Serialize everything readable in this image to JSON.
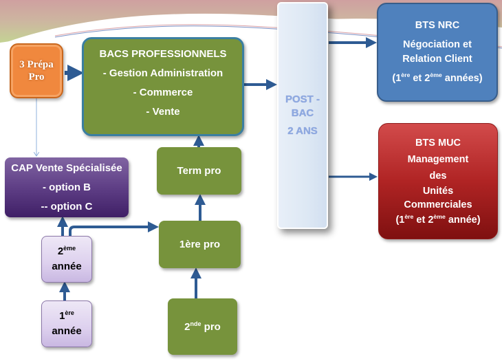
{
  "title": "Parcours de formation - filière commerce et vente",
  "colors": {
    "arrow": "#2e5b93",
    "green": "#77933c",
    "orange": "#f0883e",
    "blue": "#4f81bd",
    "red": "#b02424",
    "purple": "#5f3f86",
    "lavender": "#ddd0ee",
    "postbac_text": "#8ea9e0"
  },
  "boxes": {
    "prepa": {
      "lines": [
        "3 Prépa",
        "Pro"
      ]
    },
    "bacs": {
      "title": "BACS PROFESSIONNELS",
      "items": [
        "- Gestion Administration",
        "- Commerce",
        "- Vente"
      ]
    },
    "postbac": {
      "lines": [
        "POST -",
        "BAC",
        "2 ANS"
      ]
    },
    "nrc": {
      "title": "BTS  NRC",
      "line1": "Négociation et",
      "line2": "Relation Client",
      "years": {
        "open": "(1",
        "sup1": "ère",
        "mid": " et 2",
        "sup2": "ème",
        "close": " années)"
      }
    },
    "muc": {
      "title": "BTS MUC",
      "lines": [
        "Management",
        "des",
        "Unités",
        "Commerciales"
      ],
      "years": {
        "open": "(1",
        "sup1": "ère",
        "mid": " et 2",
        "sup2": "ème",
        "close": " année)"
      }
    },
    "cap": {
      "title": "CAP Vente Spécialisée",
      "options": [
        "- option B",
        "-- option C"
      ]
    },
    "year2": {
      "num": "2",
      "sup": "ème",
      "word": "année"
    },
    "year1": {
      "num": "1",
      "sup": "ère",
      "word": "année"
    },
    "term": {
      "label": "Term pro"
    },
    "premiere": {
      "label": "1ère pro"
    },
    "seconde": {
      "num": "2",
      "sup": "nde",
      "word": " pro"
    }
  }
}
